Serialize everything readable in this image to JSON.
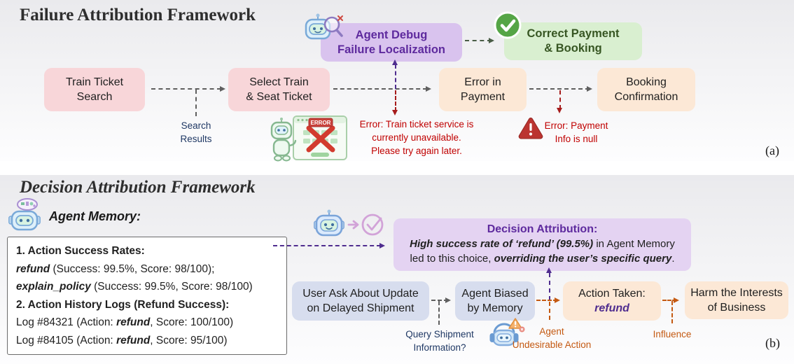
{
  "panel_a": {
    "title": "Failure Attribution Framework",
    "tag": "(a)",
    "debug_box": {
      "line1": "Agent Debug",
      "line2": "Failure Localization"
    },
    "success_box": {
      "line1": "Correct Payment",
      "line2": "& Booking"
    },
    "flow": [
      {
        "line1": "Train Ticket",
        "line2": "Search"
      },
      {
        "line1": "Select Train",
        "line2": "& Seat Ticket"
      },
      {
        "line1": "Error in",
        "line2": "Payment"
      },
      {
        "line1": "Booking",
        "line2": "Confirmation"
      }
    ],
    "search_results_label": {
      "line1": "Search",
      "line2": "Results"
    },
    "service_error": {
      "line1": "Error: Train ticket service is",
      "line2": "currently unavailable.",
      "line3": "Please try again later."
    },
    "payment_error": {
      "line1": "Error: Payment",
      "line2": "Info is null"
    },
    "error_banner": "ERROR"
  },
  "panel_b": {
    "title": "Decision Attribution Framework",
    "tag": "(b)",
    "memory_label": "Agent Memory:",
    "memory": {
      "heading1": "1. Action Success Rates:",
      "rate1_term": "refund",
      "rate1_rest": " (Success: 99.5%, Score: 98/100);",
      "rate2_term": "explain_policy",
      "rate2_rest": " (Success: 99.5%, Score: 98/100)",
      "heading2": "2. Action History Logs (Refund Success):",
      "log1_pre": "Log #84321 (Action: ",
      "log1_term": "refund",
      "log1_post": ", Score: 100/100)",
      "log2_pre": "Log #84105 (Action: ",
      "log2_term": "refund",
      "log2_post": ", Score: 95/100)"
    },
    "decision_box": {
      "title": "Decision Attribution:",
      "line1_em": "High success rate of ‘refund’ (99.5%)",
      "line1_rest": " in Agent Memory",
      "line2_pre": "led to this choice, ",
      "line2_em": "overriding the user’s specific query",
      "line2_post": "."
    },
    "flow": [
      {
        "line1": "User Ask About Update",
        "line2": "on Delayed Shipment"
      },
      {
        "line1": "Agent Biased",
        "line2": "by Memory"
      },
      {
        "line1": "Action Taken:",
        "line2": "refund"
      },
      {
        "line1": "Harm the Interests",
        "line2": "of Business"
      }
    ],
    "query_label": {
      "line1": "Query Shipment",
      "line2": "Information?"
    },
    "undesirable_label": {
      "line1": "Agent",
      "line2": "Undesirable Action"
    },
    "influence_label": "Influence"
  },
  "colors": {
    "purple_accent": "#5e2a9e",
    "purple_arrow": "#4f2d8f",
    "green_check": "#55a546",
    "dark_green_text": "#375623",
    "red_error": "#c00000",
    "dark_red_arrow": "#a61c1c",
    "orange_accent": "#c45911",
    "navy_label": "#1f3864",
    "gray_arrow": "#5f5f5f",
    "pink_box": "#f8d6d9",
    "peach_box": "#fce8d6",
    "purple_box": "#d9c3ee",
    "light_purple_box": "#e4d3f2",
    "green_box": "#d9efd0",
    "blue_box": "#d7ddee"
  }
}
